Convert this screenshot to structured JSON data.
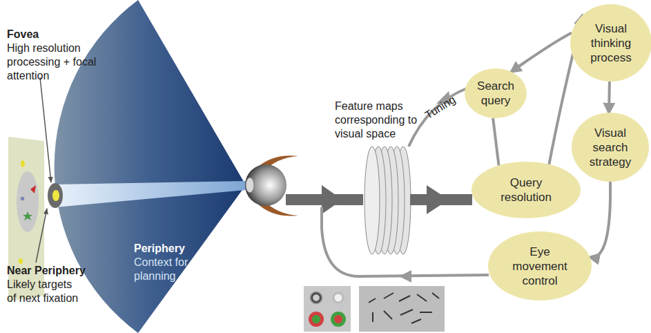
{
  "diagram": {
    "nodes": [
      {
        "text": [
          "Visual thinking process"
        ]
      },
      {
        "text": [
          "Search query"
        ]
      },
      {
        "text": [
          "Visual search strategy"
        ]
      },
      {
        "text": [
          "Query resolution"
        ]
      },
      {
        "text": [
          "Eye movement control"
        ]
      }
    ],
    "edges": [
      {
        "from": 0,
        "to": 1,
        "arrow": "to"
      },
      {
        "from": 3,
        "to": 1,
        "arrow": "none"
      },
      {
        "from": 3,
        "to": 0,
        "arrow": "to"
      },
      {
        "from": 0,
        "to": 2,
        "arrow": "to"
      },
      {
        "from": 2,
        "to": 4,
        "arrow": "to"
      }
    ],
    "labels": [
      "Fovea",
      "High resolution processing + focal attention",
      "Near Periphery",
      "Likely targets of next fixation",
      "Periphery",
      "Context for planning",
      "Feature maps corresponding to visual space",
      "Tuning"
    ]
  }
}
